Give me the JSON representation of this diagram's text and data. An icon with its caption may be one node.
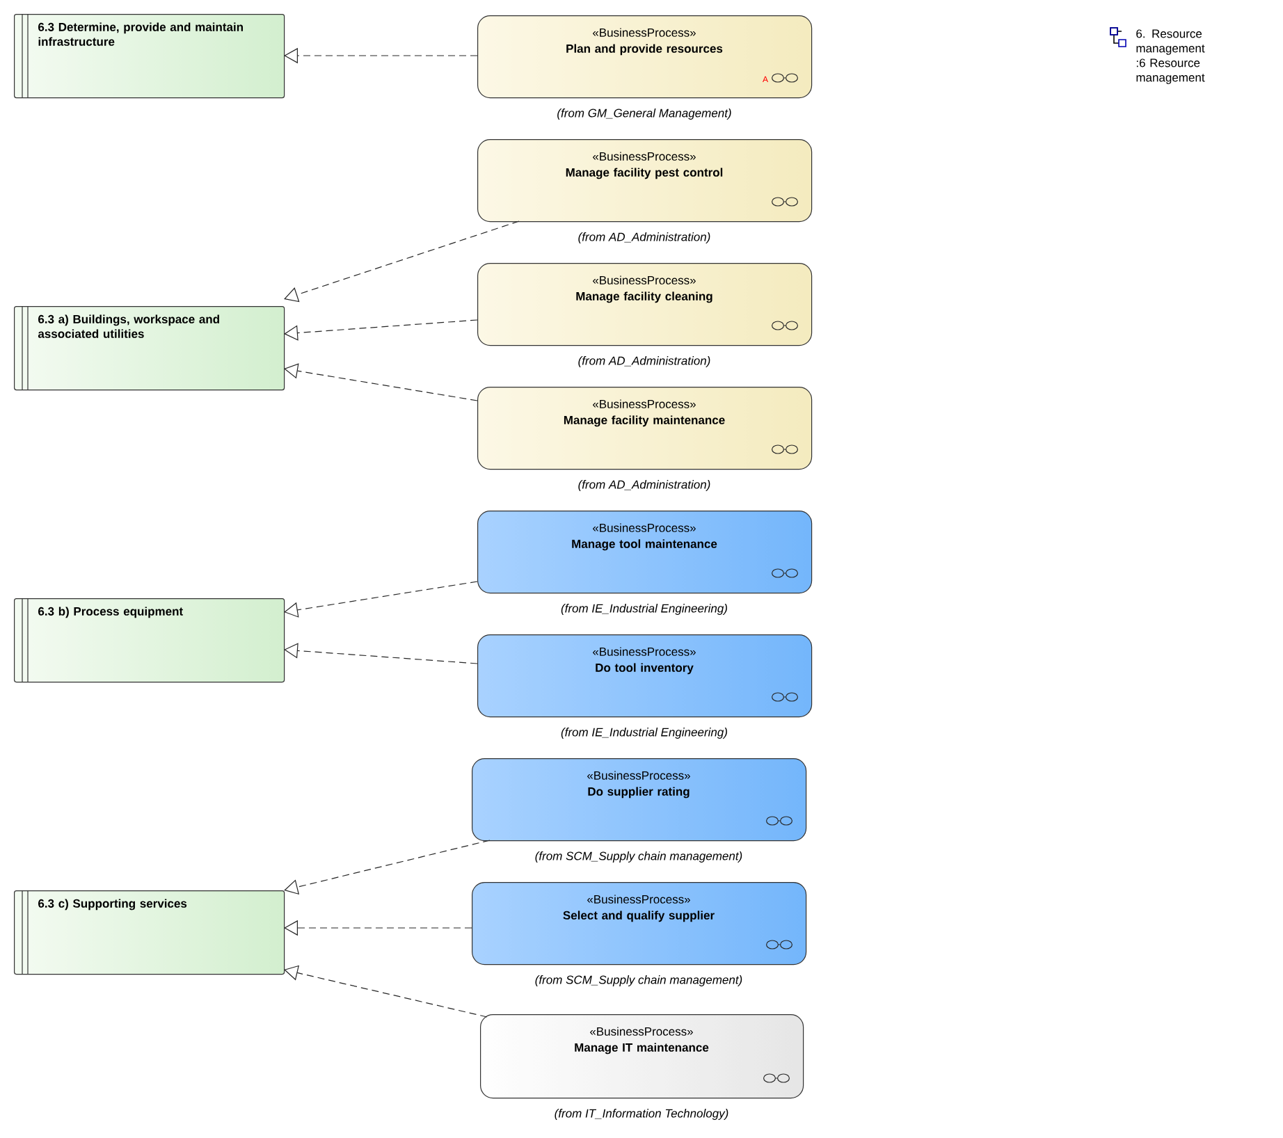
{
  "diagram": {
    "nodes": [
      {
        "text": [
          "6.3 Determine, provide and maintain infrastructure"
        ]
      },
      {
        "text": [
          "«BusinessProcess»",
          "Plan and provide resources"
        ],
        "beside": [
          "(from GM_General Management)"
        ]
      },
      {
        "text": [
          "«BusinessProcess»",
          "Manage facility pest control"
        ],
        "beside": [
          "(from AD_Administration)"
        ]
      },
      {
        "text": [
          "6.3 a) Buildings, workspace and associated utilities"
        ]
      },
      {
        "text": [
          "«BusinessProcess»",
          "Manage facility cleaning"
        ],
        "beside": [
          "(from AD_Administration)"
        ]
      },
      {
        "text": [
          "«BusinessProcess»",
          "Manage facility maintenance"
        ],
        "beside": [
          "(from AD_Administration)"
        ]
      },
      {
        "text": [
          "«BusinessProcess»",
          "Manage tool maintenance"
        ],
        "beside": [
          "(from IE_Industrial Engineering)"
        ]
      },
      {
        "text": [
          "6.3 b) Process equipment"
        ]
      },
      {
        "text": [
          "«BusinessProcess»",
          "Do tool inventory"
        ],
        "beside": [
          "(from IE_Industrial Engineering)"
        ]
      },
      {
        "text": [
          "«BusinessProcess»",
          "Do supplier rating"
        ],
        "beside": [
          "(from SCM_Supply chain management)"
        ]
      },
      {
        "text": [
          "6.3 c) Supporting services"
        ]
      },
      {
        "text": [
          "«BusinessProcess»",
          "Select and qualify supplier"
        ],
        "beside": [
          "(from SCM_Supply chain management)"
        ]
      },
      {
        "text": [
          "«BusinessProcess»",
          "Manage IT maintenance"
        ],
        "beside": [
          "(from IT_Information Technology)"
        ]
      }
    ],
    "edges": [
      {
        "from": 1,
        "to": 0,
        "arrow": "to",
        "style": "dashed"
      },
      {
        "from": 2,
        "to": 3,
        "arrow": "to",
        "style": "dashed"
      },
      {
        "from": 4,
        "to": 3,
        "arrow": "to",
        "style": "dashed"
      },
      {
        "from": 5,
        "to": 3,
        "arrow": "to",
        "style": "dashed"
      },
      {
        "from": 6,
        "to": 7,
        "arrow": "to",
        "style": "dashed"
      },
      {
        "from": 8,
        "to": 7,
        "arrow": "to",
        "style": "dashed"
      },
      {
        "from": 9,
        "to": 10,
        "arrow": "to",
        "style": "dashed"
      },
      {
        "from": 11,
        "to": 10,
        "arrow": "to",
        "style": "dashed"
      },
      {
        "from": 12,
        "to": 10,
        "arrow": "to",
        "style": "dashed"
      }
    ],
    "labels": [
      "A",
      "6. Resource management :6 Resource management"
    ]
  }
}
